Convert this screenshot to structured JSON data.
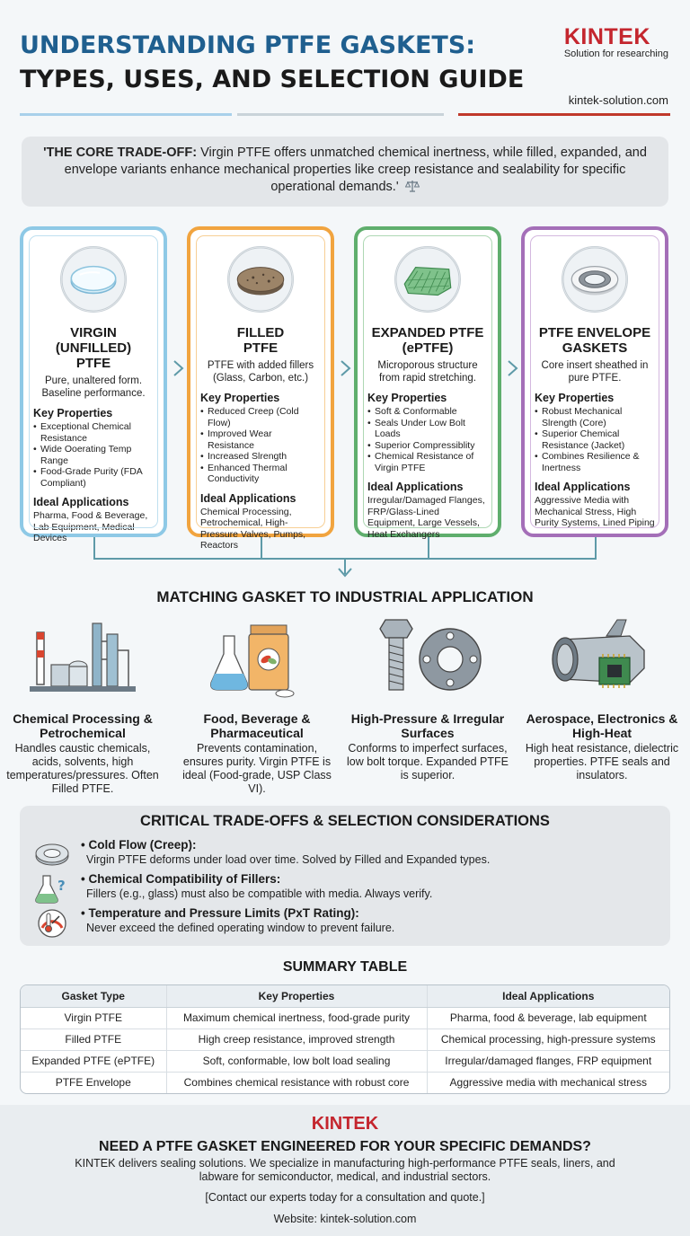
{
  "header": {
    "title_line1": "UNDERSTANDING PTFE GASKETS:",
    "title_line2": "TYPES, USES, AND SELECTION GUIDE",
    "brand": "KINTEK",
    "tagline": "Solution for researching",
    "website": "kintek-solution.com"
  },
  "core": {
    "lead": "'THE CORE TRADE-OFF:",
    "text": " Virgin PTFE offers unmatched chemical inertness, while filled, expanded, and envelope variants enhance mechanical properties like creep resistance and sealability for specific operational demands.'",
    "icon": "scale-icon"
  },
  "cards": [
    {
      "title1": "VIRGIN (UNFILLED)",
      "title2": "PTFE",
      "desc": "Pure, unaltered form. Baseline performance.",
      "props_heading": "Key Properties",
      "props": [
        "Exceptional Chemical Resistance",
        "Wide Ooerating Temp Range",
        "Food-Grade Purity (FDA Compliant)"
      ],
      "apps_heading": "Ideal Applications",
      "apps": "Pharma, Food & Beverage, Lab Equipment, Medical Devices",
      "color": "#8ec9e6"
    },
    {
      "title1": "FILLED",
      "title2": "PTFE",
      "desc": "PTFE with added fillers (Glass, Carbon, etc.)",
      "props_heading": "Key Properties",
      "props": [
        "Reduced Creep (Cold Flow)",
        "Improved Wear Resistance",
        "Increased Slrength",
        "Enhanced Thermal Conductivity"
      ],
      "apps_heading": "Ideal Applications",
      "apps": "Chemical Processing, Petrochemical, High-Pressure Valves, Pumps, Reactors",
      "color": "#f1a43f"
    },
    {
      "title1": "EXPANDED PTFE",
      "title2": "(ePTFE)",
      "desc": "Microporous structure from rapid stretching.",
      "props_heading": "Key Properties",
      "props": [
        "Soft & Conformable",
        "Seals Under Low Bolt Loads",
        "Superior Compressiblity",
        "Chemical Resistance of Virgin PTFE"
      ],
      "apps_heading": "Ideal Applications",
      "apps": "Irregular/Damaged Flanges, FRP/Glass-Lined Equipment, Large Vessels, Heat Exchangers",
      "color": "#5fae6d"
    },
    {
      "title1": "PTFE ENVELOPE",
      "title2": "GASKETS",
      "desc": "Core insert sheathed in pure PTFE.",
      "props_heading": "Key Properties",
      "props": [
        "Robust Mechanical Slrength (Core)",
        "Superior Chemical Resistance (Jacket)",
        "Combines Resilience & Inertness"
      ],
      "apps_heading": "Ideal Applications",
      "apps": "Aggressive Media with Mechanical Stress, High Purity Systems, Lined Piping",
      "color": "#a46fb8"
    }
  ],
  "applications": {
    "title": "MATCHING GASKET TO INDUSTRIAL APPLICATION",
    "items": [
      {
        "title": "Chemical Processing & Petrochemical",
        "desc": "Handles caustic chemicals, acids, solvents, high temperatures/pressures. Often Filled PTFE.",
        "icon": "refinery-icon"
      },
      {
        "title": "Food, Beverage & Pharmaceutical",
        "desc": "Prevents contamination, ensures purity. Virgin PTFE is ideal (Food-grade, USP Class VI).",
        "icon": "flask-pills-icon"
      },
      {
        "title": "High-Pressure & Irregular Surfaces",
        "desc": "Conforms to imperfect surfaces, low bolt torque. Expanded PTFE is superior.",
        "icon": "bolt-flange-icon"
      },
      {
        "title": "Aerospace, Electronics & High-Heat",
        "desc": "High heat resistance, dielectric properties. PTFE seals and insulators.",
        "icon": "jet-engine-chip-icon"
      }
    ]
  },
  "critical": {
    "title": "CRITICAL TRADE-OFFS & SELECTION CONSIDERATIONS",
    "items": [
      {
        "title": "• Cold Flow (Creep):",
        "desc": "Virgin PTFE deforms under load over time. Solved by Filled and Expanded types.",
        "icon": "deformed-gasket-icon"
      },
      {
        "title": "• Chemical Compatibility of Fillers:",
        "desc": "Fillers (e.g., glass) must also be compatible with media. Always verify.",
        "icon": "flask-question-icon"
      },
      {
        "title": "• Temperature and Pressure Limits (PxT Rating):",
        "desc": "Never exceed the defined operating window to prevent failure.",
        "icon": "thermometer-gauge-icon"
      }
    ]
  },
  "summary": {
    "title": "SUMMARY TABLE",
    "headers": [
      "Gasket Type",
      "Key Properties",
      "Ideal Applications"
    ],
    "rows": [
      [
        "Virgin PTFE",
        "Maximum chemical inertness, food-grade purity",
        "Pharma, food & beverage, lab equipment"
      ],
      [
        "Filled PTFE",
        "High creep resistance, improved strength",
        "Chemical processing, high-pressure systems"
      ],
      [
        "Expanded PTFE (ePTFE)",
        "Soft, conformable, low bolt load sealing",
        "Irregular/damaged flanges, FRP equipment"
      ],
      [
        "PTFE Envelope",
        "Combines chemical resistance with robust core",
        "Aggressive media with mechanical stress"
      ]
    ]
  },
  "footer": {
    "brand": "KINTEK",
    "question": "NEED A PTFE GASKET ENGINEERED FOR YOUR SPECIFIC DEMANDS?",
    "pitch": "KINTEK delivers sealing solutions. We specialize in manufacturing high-performance PTFE seals, liners, and labware for semiconductor, medical, and industrial sectors.",
    "contact": "[Contact our experts today for a consultation and quote.]",
    "website": "Website: kintek-solution.com"
  }
}
